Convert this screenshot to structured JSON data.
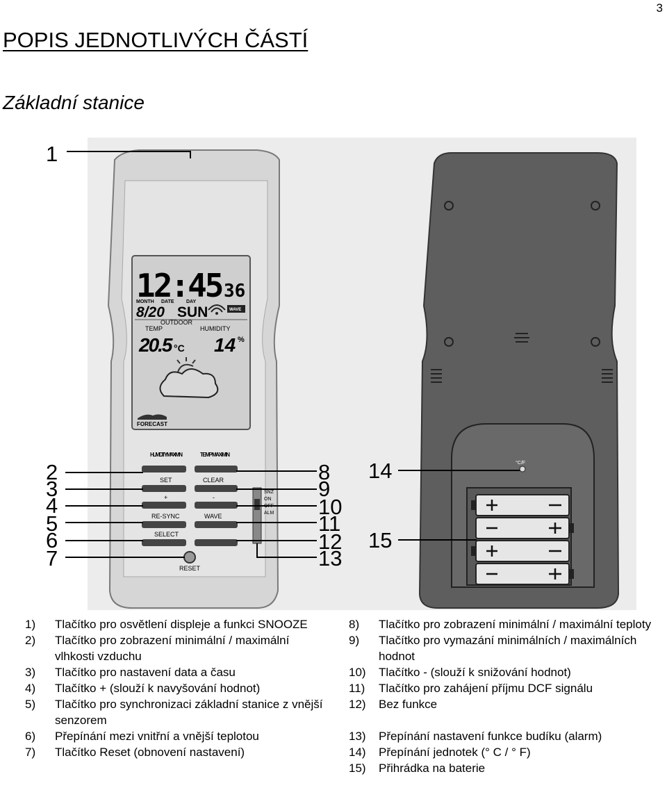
{
  "page_number": "3",
  "heading": "POPIS JEDNOTLIVÝCH ČÁSTÍ",
  "subheading": "Základní stanice",
  "display": {
    "time": "12:45",
    "seconds": "36",
    "month_label": "MONTH",
    "date_label": "DATE",
    "day_label": "DAY",
    "date": "8/20",
    "weekday": "SUN",
    "wave_label": "WAVE",
    "outdoor_label": "OUTDOOR",
    "temp_label": "TEMP",
    "humidity_label": "HUMIDITY",
    "temp_value": "20.5",
    "temp_unit": "°C",
    "humidity_value": "14",
    "humidity_unit": "%",
    "forecast_label": "FORECAST"
  },
  "buttons": {
    "humidity_minmax": "HUMIDITY MAX/MIN",
    "temp_minmax": "TEMP MAX/MIN",
    "set": "SET",
    "clear": "CLEAR",
    "plus": "+",
    "minus": "-",
    "resync": "RE-SYNC",
    "wave": "WAVE",
    "select": "SELECT",
    "reset": "RESET"
  },
  "alarm_switch": [
    "SNZ",
    "ON",
    "OFF",
    "ALM"
  ],
  "back": {
    "unit_switch": "°C/F"
  },
  "callouts": [
    "1",
    "2",
    "3",
    "4",
    "5",
    "6",
    "7",
    "8",
    "9",
    "10",
    "11",
    "12",
    "13",
    "14",
    "15"
  ],
  "legend_left": [
    {
      "num": "1)",
      "text": "Tlačítko pro osvětlení displeje a funkci SNOOZE"
    },
    {
      "num": "2)",
      "text": "Tlačítko pro zobrazení minimální / maximální vlhkosti vzduchu"
    },
    {
      "num": "3)",
      "text": "Tlačítko pro nastavení data a času"
    },
    {
      "num": "4)",
      "text": "Tlačítko + (slouží k navyšování hodnot)"
    },
    {
      "num": "5)",
      "text": "Tlačítko pro synchronizaci základní stanice z vnější senzorem"
    },
    {
      "num": "6)",
      "text": "Přepínání mezi vnitřní a vnější teplotou"
    },
    {
      "num": "7)",
      "text": "Tlačítko Reset (obnovení nastavení)"
    }
  ],
  "legend_right": [
    {
      "num": "8)",
      "text": "Tlačítko pro zobrazení minimální / maximální teploty"
    },
    {
      "num": "9)",
      "text": "Tlačítko pro vymazání minimálních / maximálních hodnot"
    },
    {
      "num": "10)",
      "text": "Tlačítko - (slouží k snižování hodnot)"
    },
    {
      "num": "11)",
      "text": "Tlačítko pro zahájení příjmu DCF signálu"
    },
    {
      "num": "12)",
      "text": "Bez funkce"
    },
    {
      "num": "13)",
      "text": "Přepínání nastavení funkce budíku (alarm)"
    },
    {
      "num": "14)",
      "text": "Přepínání jednotek (° C / ° F)"
    },
    {
      "num": "15)",
      "text": "Přihrádka na baterie"
    }
  ]
}
